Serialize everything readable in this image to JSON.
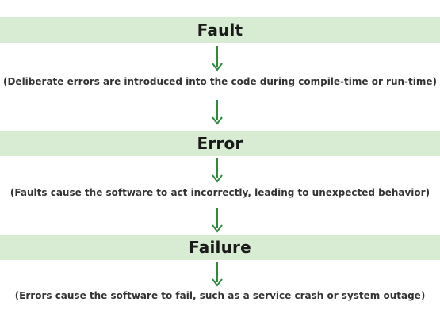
{
  "colors": {
    "band": "#d7ecd3",
    "arrow": "#2e8b3e",
    "text": "#1a1a1a"
  },
  "stages": [
    {
      "title": "Fault",
      "description": "(Deliberate errors are introduced into the code during compile-time or run-time)"
    },
    {
      "title": "Error",
      "description": "(Faults cause the software to act incorrectly, leading to unexpected behavior)"
    },
    {
      "title": "Failure",
      "description": "(Errors cause the software to fail, such as a service crash or system outage)"
    }
  ]
}
